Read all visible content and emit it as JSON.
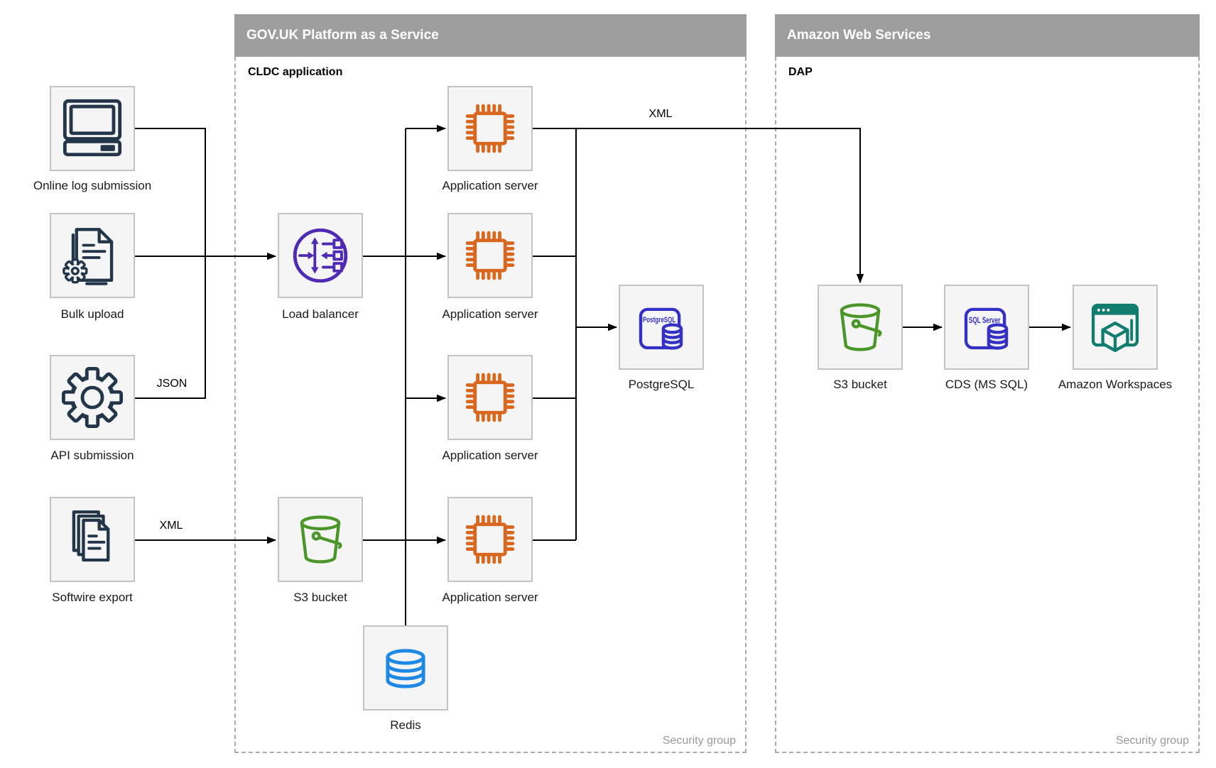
{
  "groups": [
    {
      "title": "GOV.UK Platform as a Service",
      "sublabel": "CLDC application",
      "footer": "Security group"
    },
    {
      "title": "Amazon Web Services",
      "sublabel": "DAP",
      "footer": "Security group"
    }
  ],
  "nodes": {
    "online_log": {
      "label": "Online log submission"
    },
    "bulk_upload": {
      "label": "Bulk upload"
    },
    "api_submission": {
      "label": "API submission"
    },
    "softwire": {
      "label": "Softwire export"
    },
    "load_balancer": {
      "label": "Load balancer"
    },
    "s3_gov": {
      "label": "S3 bucket"
    },
    "redis": {
      "label": "Redis"
    },
    "app1": {
      "label": "Application server"
    },
    "app2": {
      "label": "Application server"
    },
    "app3": {
      "label": "Application server"
    },
    "app4": {
      "label": "Application server"
    },
    "postgresql": {
      "label": "PostgreSQL",
      "icon_text": "PostgreSQL"
    },
    "s3_aws": {
      "label": "S3 bucket"
    },
    "cds": {
      "label": "CDS (MS SQL)",
      "icon_text": "SQL Server"
    },
    "workspaces": {
      "label": "Amazon Workspaces"
    }
  },
  "edge_labels": [
    {
      "text": "JSON"
    },
    {
      "text": "XML"
    },
    {
      "text": "XML"
    }
  ],
  "edges": [
    {
      "from": "online_log",
      "to": "load_balancer"
    },
    {
      "from": "bulk_upload",
      "to": "load_balancer"
    },
    {
      "from": "api_submission",
      "to": "load_balancer",
      "label": "JSON"
    },
    {
      "from": "softwire",
      "to": "s3_gov",
      "label": "XML"
    },
    {
      "from": "load_balancer",
      "to": "app1"
    },
    {
      "from": "load_balancer",
      "to": "app2"
    },
    {
      "from": "load_balancer",
      "to": "app3"
    },
    {
      "from": "load_balancer",
      "to": "app4"
    },
    {
      "from": "s3_gov",
      "to": "app4"
    },
    {
      "from": "app_servers",
      "to": "redis"
    },
    {
      "from": "app_servers",
      "to": "postgresql"
    },
    {
      "from": "app1",
      "to": "s3_aws",
      "label": "XML"
    },
    {
      "from": "s3_aws",
      "to": "cds"
    },
    {
      "from": "cds",
      "to": "workspaces"
    }
  ],
  "colors": {
    "navy": "#233649",
    "purple": "#4E2AB5",
    "orange": "#D9671E",
    "db_blue": "#3430C4",
    "green": "#4A9628",
    "teal": "#107D6F",
    "redis_blue": "#1E88E5",
    "box_fill": "#F5F5F5",
    "box_border": "#C3C3C3",
    "header_gray": "#9E9E9E",
    "dash_border": "#ABABAB",
    "muted_text": "#999999",
    "line": "#000000",
    "label_text": "#1A1A1A"
  }
}
